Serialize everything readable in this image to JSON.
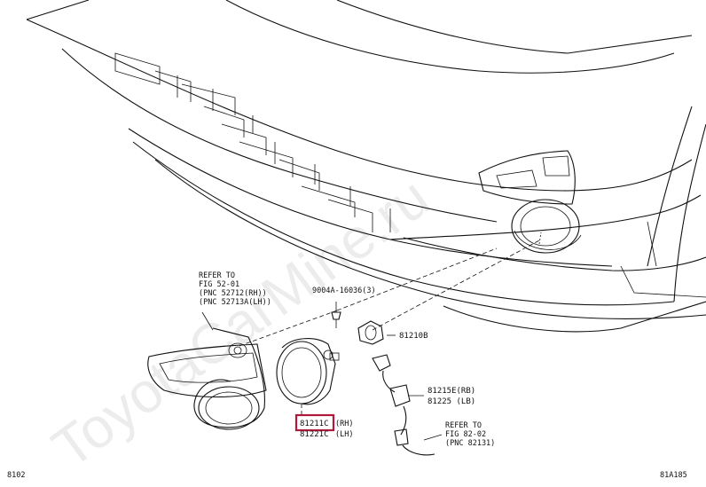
{
  "diagram": {
    "watermark": "ToyotaCarMine.ru",
    "corner_left": "8102",
    "corner_right": "81A185",
    "refer_top": {
      "line1": "REFER TO",
      "line2": "FIG 52-01",
      "line3": "(PNC 52712(RH))",
      "line4": "(PNC 52713A(LH))"
    },
    "screw_part": "9004A-16036(3)",
    "bulb_part": "81210B",
    "socket_part_rh": "81215E(RB)",
    "socket_part_lh": "81225 (LB)",
    "lamp_part_rh": "81211C",
    "lamp_suffix_rh": "(RH)",
    "lamp_part_lh": "81221C",
    "lamp_suffix_lh": "(LH)",
    "refer_bottom": {
      "line1": "REFER TO",
      "line2": "FIG 82-02",
      "line3": "(PNC 82131)"
    },
    "highlight_color": "#b0183c"
  }
}
